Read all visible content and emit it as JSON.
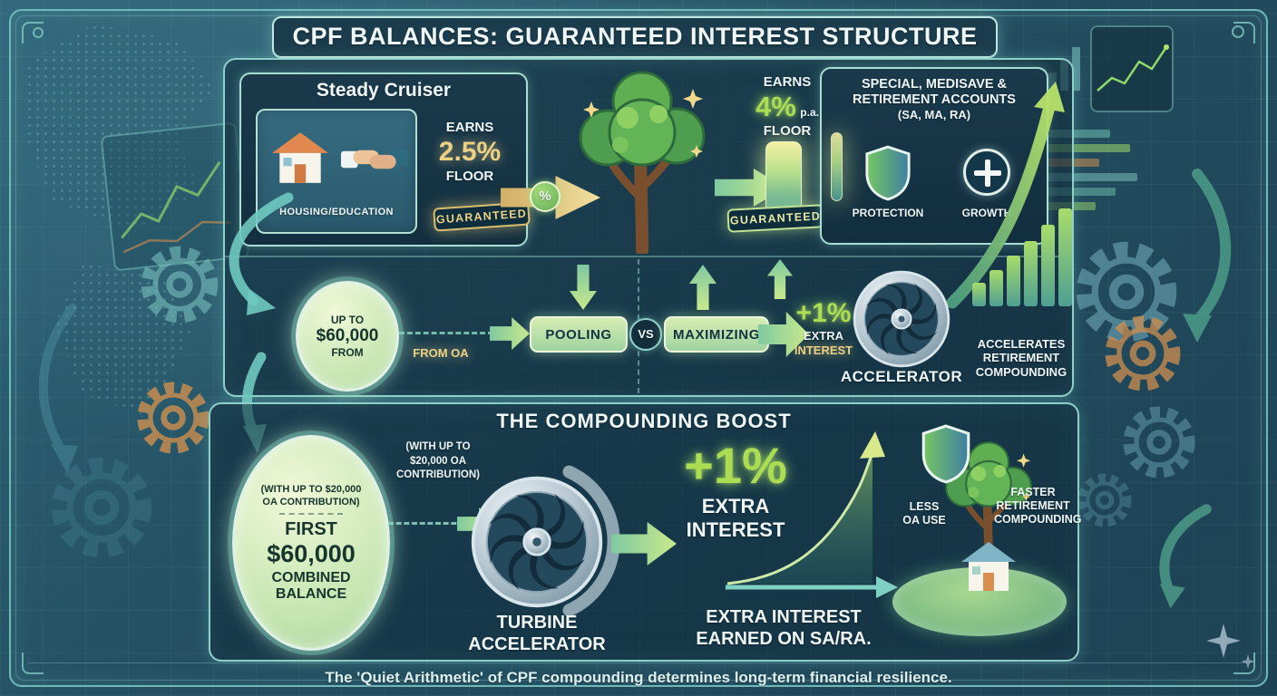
{
  "colors": {
    "background": "#23556a",
    "panel_border": "#8fd0c8",
    "gold": "#ecd184",
    "green": "#abdc52",
    "pill_fill": "#c0e3aa"
  },
  "header": {
    "title": "CPF BALANCES: GUARANTEED INTEREST STRUCTURE"
  },
  "steady_cruiser": {
    "title": "Steady Cruiser",
    "icon_caption": "HOUSING/EDUCATION",
    "earns": "EARNS",
    "rate": "2.5%",
    "floor": "FLOOR",
    "badge": "GUARANTEED",
    "percent": "%"
  },
  "sa_accounts": {
    "earns": "EARNS",
    "rate": "4%",
    "per_annum": "p.a.",
    "floor": "FLOOR",
    "badge": "GUARANTEED",
    "title_line1": "SPECIAL, MEDISAVE &",
    "title_line2": "RETIREMENT ACCOUNTS",
    "subtitle": "(SA, MA, RA)",
    "protection": "PROTECTION",
    "growth": "GROWTH"
  },
  "transfer_row": {
    "up_to": "UP TO",
    "amount": "$60,000",
    "from": "FROM",
    "from_oa": "FROM OA",
    "pooling": "POOLING",
    "vs": "VS",
    "maximizing": "MAXIMIZING",
    "plus_rate": "+1%",
    "extra": "EXTRA",
    "interest": "INTEREST",
    "accelerator": "ACCELERATOR",
    "accel_note_line1": "ACCELERATES",
    "accel_note_line2": "RETIREMENT",
    "accel_note_line3": "COMPOUNDING"
  },
  "boost": {
    "title": "THE COMPOUNDING BOOST",
    "note": "(WITH UP TO $20,000 OA CONTRIBUTION)",
    "first": "FIRST",
    "amount": "$60,000",
    "combined": "COMBINED",
    "balance": "BALANCE",
    "turbine_line1": "TURBINE",
    "turbine_line2": "ACCELERATOR",
    "plus_rate": "+1%",
    "extra": "EXTRA",
    "interest": "INTEREST",
    "earned_line1": "EXTRA INTEREST",
    "earned_line2": "EARNED ON SA/RA.",
    "less_line1": "LESS",
    "less_line2": "OA USE",
    "faster_line1": "FASTER",
    "faster_line2": "RETIREMENT",
    "faster_line3": "COMPOUNDING"
  },
  "footer": {
    "caption": "The 'Quiet Arithmetic' of CPF compounding determines long-term financial resilience."
  }
}
